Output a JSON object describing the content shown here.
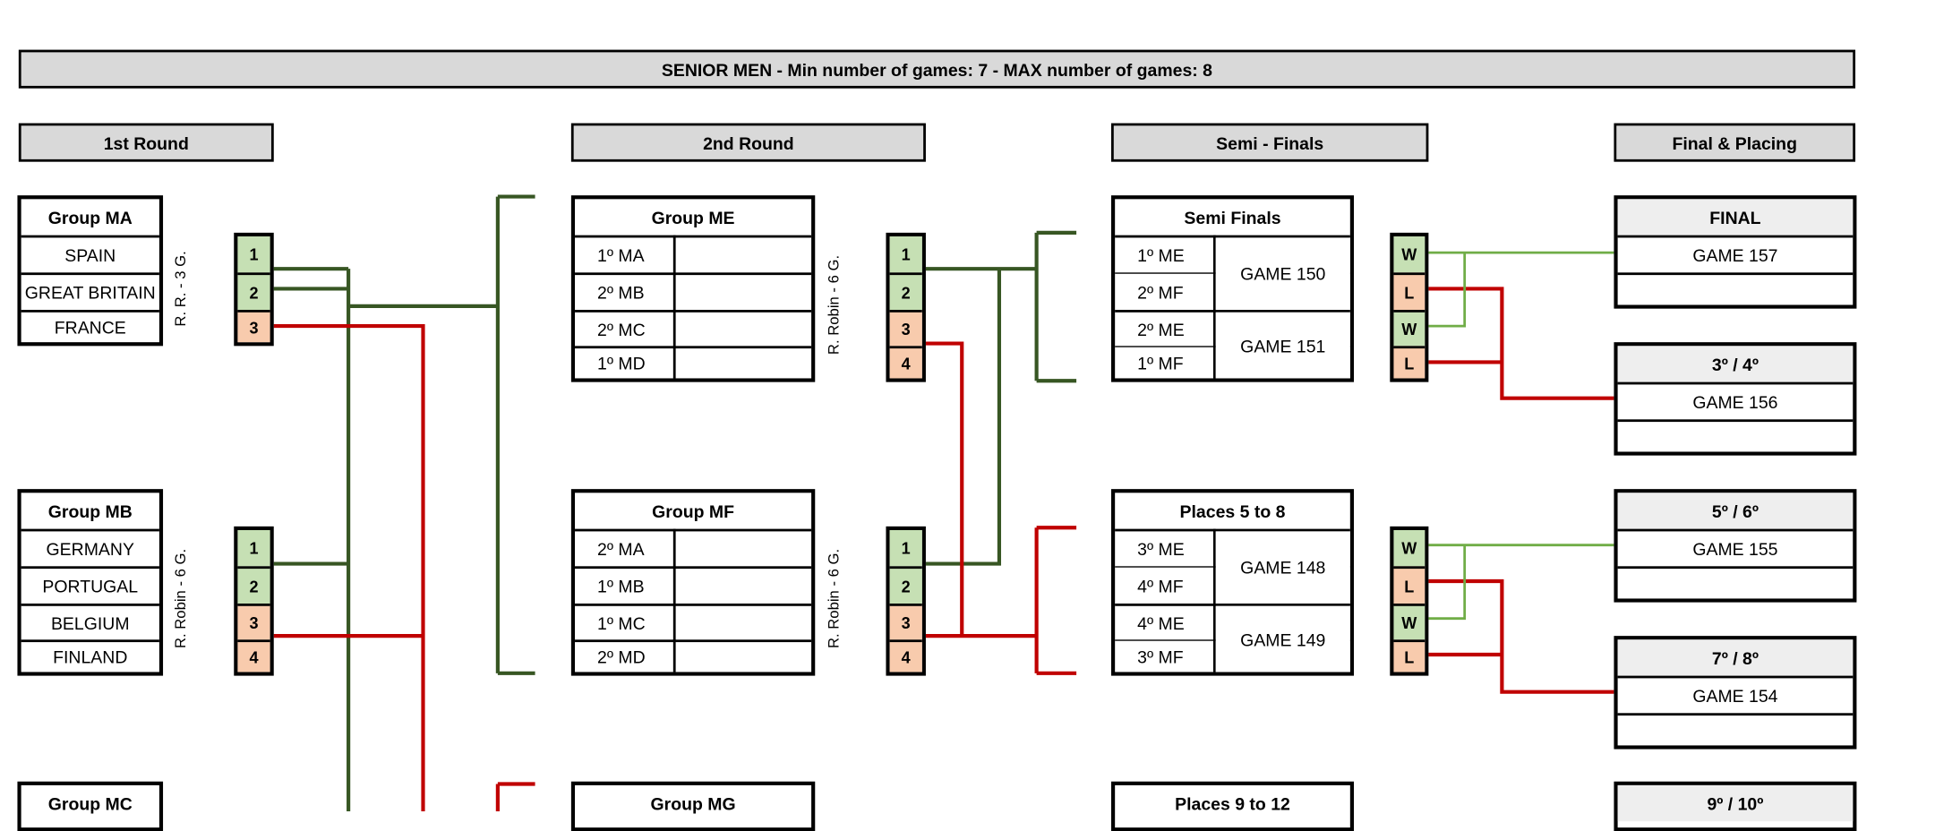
{
  "banner": "SENIOR MEN - Min number of games: 7 - MAX number of games: 8",
  "rounds": [
    "1st Round",
    "2nd Round",
    "Semi - Finals",
    "Final & Placing"
  ],
  "groups": {
    "ma": {
      "title": "Group MA",
      "teams": [
        "SPAIN",
        "GREAT BRITAIN",
        "FRANCE"
      ],
      "format": "R. R. - 3 G."
    },
    "mb": {
      "title": "Group MB",
      "teams": [
        "GERMANY",
        "PORTUGAL",
        "BELGIUM",
        "FINLAND"
      ],
      "format": "R. Robin - 6 G."
    },
    "mc": {
      "title": "Group MC"
    },
    "me": {
      "title": "Group ME",
      "slots": [
        "1º MA",
        "2º MB",
        "2º MC",
        "1º MD"
      ],
      "format": "R. Robin - 6 G."
    },
    "mf": {
      "title": "Group MF",
      "slots": [
        "2º MA",
        "1º MB",
        "1º MC",
        "2º MD"
      ],
      "format": "R. Robin - 6 G."
    },
    "mg": {
      "title": "Group MG"
    }
  },
  "ranks": [
    "1",
    "2",
    "3",
    "4"
  ],
  "semis": {
    "sf": {
      "title": "Semi Finals",
      "slots": [
        "1º ME",
        "2º MF",
        "2º ME",
        "1º MF"
      ],
      "games": [
        "GAME 150",
        "GAME 151"
      ]
    },
    "p58": {
      "title": "Places 5 to 8",
      "slots": [
        "3º ME",
        "4º MF",
        "4º ME",
        "3º MF"
      ],
      "games": [
        "GAME 148",
        "GAME 149"
      ]
    },
    "p912": {
      "title": "Places 9 to 12"
    }
  },
  "wl": [
    "W",
    "L",
    "W",
    "L"
  ],
  "finals": {
    "final": {
      "title": "FINAL",
      "game": "GAME 157"
    },
    "p34": {
      "title": "3º / 4º",
      "game": "GAME 156"
    },
    "p56": {
      "title": "5º / 6º",
      "game": "GAME 155"
    },
    "p78": {
      "title": "7º / 8º",
      "game": "GAME 154"
    },
    "p910": {
      "title": "9º / 10º"
    }
  },
  "colors": {
    "winner_line": "#375623",
    "loser_line": "#c00000",
    "final_line": "#70ad47",
    "win_fill": "#c6e0b4",
    "loss_fill": "#f8cbad",
    "header_fill": "#d9d9d9"
  }
}
